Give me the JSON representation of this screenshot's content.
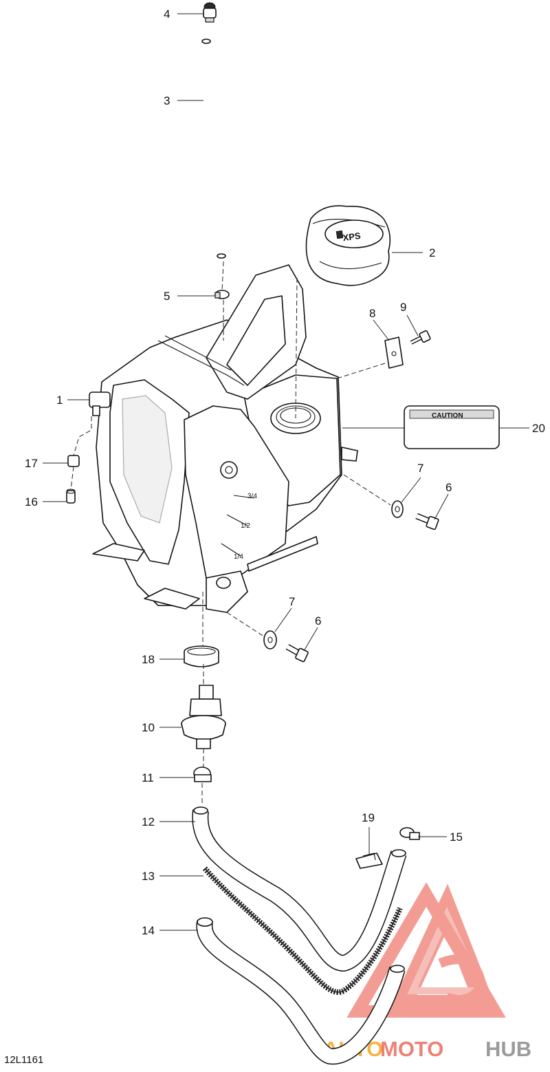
{
  "figure_code": "12L1161",
  "callouts": {
    "c1": "1",
    "c2": "2",
    "c3": "3",
    "c4": "4",
    "c5": "5",
    "c6a": "6",
    "c6b": "6",
    "c7a": "7",
    "c7b": "7",
    "c8": "8",
    "c9": "9",
    "c10": "10",
    "c11": "11",
    "c12": "12",
    "c13": "13",
    "c14": "14",
    "c15": "15",
    "c16": "16",
    "c17": "17",
    "c18": "18",
    "c19": "19",
    "c20": "20"
  },
  "cap_text": "XPS",
  "label_text": "CAUTION",
  "tank_marks": {
    "three_quarter": "3/4",
    "half": "1/2",
    "quarter": "1/4"
  },
  "watermark": {
    "part1": "AUTO",
    "part2": "MOTO",
    "part3": "HUB",
    "color_orange": "#f5a623",
    "color_red": "#e84c3d",
    "color_gray": "#8a8a8a"
  }
}
